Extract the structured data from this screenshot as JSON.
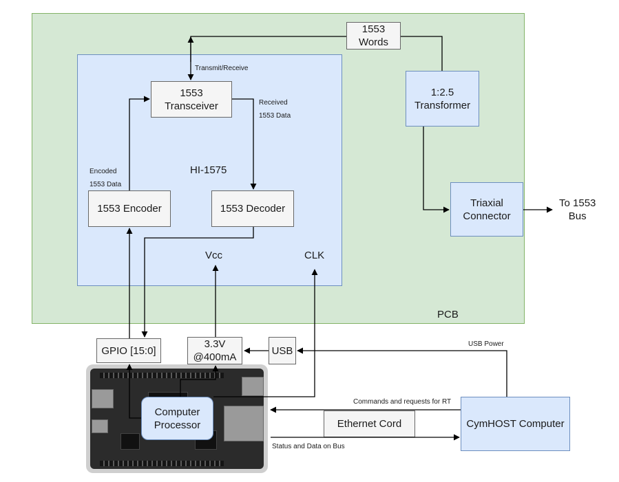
{
  "pcb": {
    "label": "PCB"
  },
  "hi1575": {
    "label": "HI-1575",
    "vcc": "Vcc",
    "clk": "CLK"
  },
  "blocks": {
    "transceiver": "1553\nTransceiver",
    "encoder": "1553 Encoder",
    "decoder": "1553 Decoder",
    "words": "1553\nWords",
    "transformer": "1:2.5\nTransformer",
    "triaxial": "Triaxial\nConnector",
    "gpio": "GPIO [15:0]",
    "power": "3.3V\n@400mA",
    "usb": "USB",
    "processor": "Computer\nProcessor",
    "ethernet": "Ethernet Cord",
    "cymhost": "CymHOST Computer"
  },
  "labels": {
    "transmit_receive": "Transmit/Receive",
    "received_data": "Received\n1553 Data",
    "encoded_data": "Encoded\n1553 Data",
    "to_bus": "To 1553\nBus",
    "usb_power": "USB Power",
    "commands": "Commands and requests for RT",
    "status": "Status and Data on Bus"
  },
  "colors": {
    "pcb_fill": "#d5e8d4",
    "pcb_border": "#82b366",
    "chip_fill": "#dae8fc",
    "chip_border": "#6c8ebf",
    "block_fill": "#f5f5f5",
    "block_border": "#666666"
  }
}
